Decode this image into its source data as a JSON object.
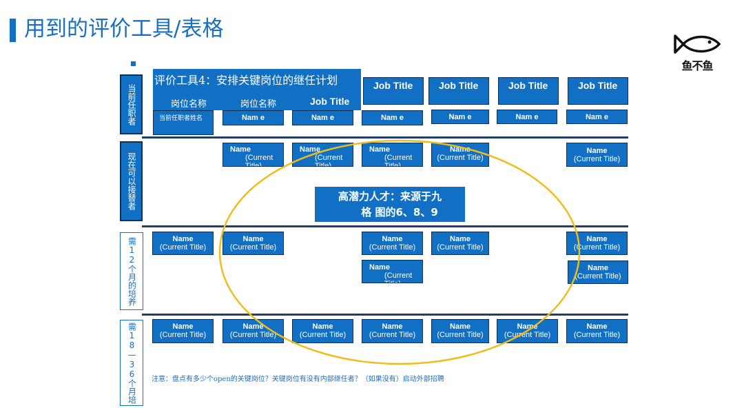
{
  "page": {
    "title": "用到的评价工具/表格",
    "logo_text": "鱼不鱼"
  },
  "tool": {
    "title": "评价工具4：安排关键岗位的继任计划",
    "col_position_1": "岗位名称",
    "col_position_2": "岗位名称",
    "col_job_title": "Job Title",
    "incumbent_label": "当前任职者姓名"
  },
  "side_labels": {
    "row1": "当前任职者",
    "row2": "现在可以接替者",
    "row3": "需12个月的培养",
    "row4": "需18—36个月培"
  },
  "job_titles": [
    "Job Title",
    "Job Title",
    "Job Title",
    "Job Title"
  ],
  "name_short": [
    "Nam e",
    "Nam e",
    "Nam e",
    "Nam e",
    "Nam e",
    "Nam e"
  ],
  "card": {
    "name": "Name",
    "title": "(Current Title)"
  },
  "center_callout": {
    "line1": "高潜力人才：来源于九",
    "line2": "格 图的6、8、9"
  },
  "note": "注意：盘点有多少个open的关键岗位？关键岗位有没有内部继任者？（如果没有）启动外部招聘",
  "colors": {
    "primary": "#1170c3",
    "dark_border": "#0e2f55",
    "separator": "#1f3e6e",
    "ellipse": "#f0bc1a"
  }
}
